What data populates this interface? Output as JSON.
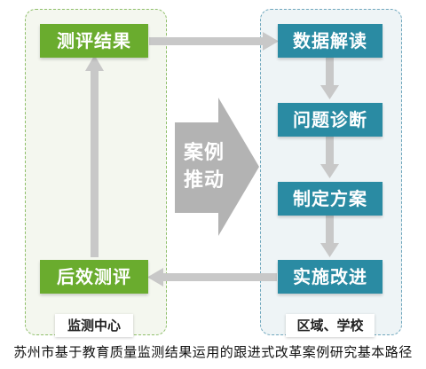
{
  "left_panel": {
    "top_box": "测评结果",
    "bottom_box": "后效测评",
    "label": "监测中心"
  },
  "right_panel": {
    "steps": [
      "数据解读",
      "问题诊断",
      "制定方案",
      "实施改进"
    ],
    "label": "区域、学校"
  },
  "center": {
    "line1": "案例",
    "line2": "推动"
  },
  "caption": "苏州市基于教育质量监测结果运用的跟进式改革案例研究基本路径",
  "colors": {
    "green": "#6aac2e",
    "teal": "#2a8ba3",
    "arrow_gray": "#c8c8c8"
  }
}
